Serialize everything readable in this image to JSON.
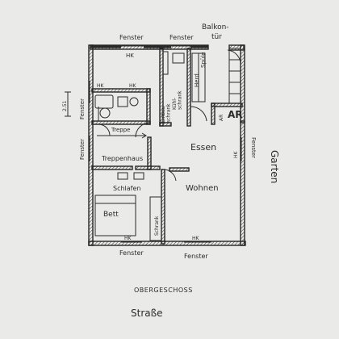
{
  "header": {
    "window_top_left": "Fenster",
    "window_top_mid": "Fenster",
    "balcony_door_line1": "Balkon-",
    "balcony_door_line2": "tür"
  },
  "rooms": {
    "staircase": "Treppenhaus",
    "stairs": "Treppe",
    "dining": "Essen",
    "bedroom": "Schlafen",
    "bed": "Bett",
    "living": "Wohnen",
    "garden": "Garten"
  },
  "fixtures": {
    "heater_short": "HK",
    "stove": "Herd",
    "sink": "Spüle",
    "refrigerator": "Kühl-\nschrank",
    "kitchen_cabinet": "Einbau-\nschrank",
    "closet": "Schrank",
    "ar": "AR"
  },
  "windows": {
    "left_1": "Fenster",
    "left_2": "Fenster",
    "right": "Fenster",
    "bottom_left": "Fenster",
    "bottom_right": "Fenster"
  },
  "dimension": "2.51",
  "footer": {
    "floor": "OBERGESCHOSS",
    "street": "Straße"
  }
}
